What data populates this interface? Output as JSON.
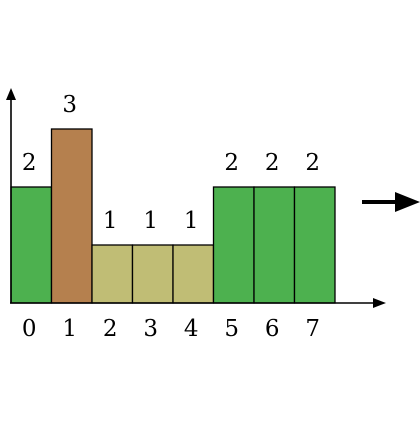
{
  "chart_data": {
    "type": "bar",
    "categories": [
      "0",
      "1",
      "2",
      "3",
      "4",
      "5",
      "6",
      "7"
    ],
    "values": [
      2,
      3,
      1,
      1,
      1,
      2,
      2,
      2
    ],
    "data_labels": [
      "2",
      "3",
      "1",
      "1",
      "1",
      "2",
      "2",
      "2"
    ],
    "bar_colors": [
      "#4db14f",
      "#b5804e",
      "#c0bd75",
      "#c0bd75",
      "#c0bd75",
      "#4db14f",
      "#4db14f",
      "#4db14f"
    ],
    "ylim": [
      0,
      4
    ],
    "grid": false,
    "title": "",
    "xlabel": "",
    "ylabel": ""
  },
  "colors": {
    "green": "#4db14f",
    "brown": "#b5804e",
    "khaki": "#c0bd75",
    "outline": "#000000"
  },
  "icons": {
    "side_arrow": "arrow-right-icon"
  }
}
